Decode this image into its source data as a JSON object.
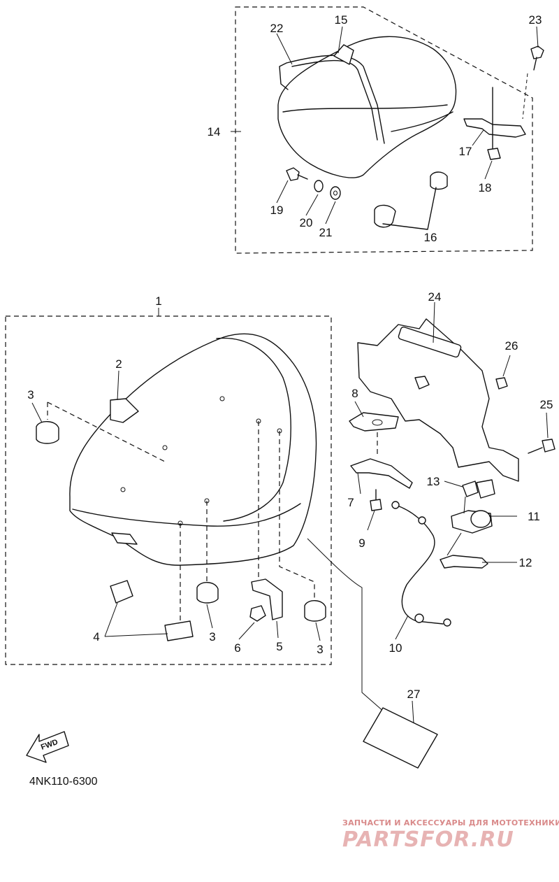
{
  "diagram": {
    "code": "4NK110-6300",
    "fwd": "FWD",
    "labels": {
      "l1": "1",
      "l2": "2",
      "l3a": "3",
      "l3b": "3",
      "l3c": "3",
      "l4": "4",
      "l5": "5",
      "l6": "6",
      "l7": "7",
      "l8": "8",
      "l9": "9",
      "l10": "10",
      "l11": "11",
      "l12": "12",
      "l13": "13",
      "l14": "14",
      "l15": "15",
      "l16": "16",
      "l17": "17",
      "l18": "18",
      "l19": "19",
      "l20": "20",
      "l21": "21",
      "l22": "22",
      "l23": "23",
      "l24": "24",
      "l25": "25",
      "l26": "26",
      "l27": "27"
    }
  },
  "watermark": {
    "subtitle": "ЗАПЧАСТИ И АКСЕССУАРЫ ДЛЯ МОТОТЕХНИКИ",
    "site": "PARTSFOR.RU"
  }
}
